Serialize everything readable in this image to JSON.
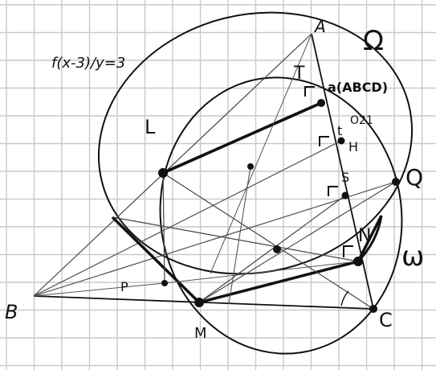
{
  "colors": {
    "paper": "#ffffff",
    "grid": "#c9c9c9",
    "ink": "#111111",
    "pencil": "#6b6b6b"
  },
  "labels": {
    "A": "A",
    "B": "B",
    "C": "C",
    "T": "T",
    "H": "H",
    "S": "S",
    "L": "L",
    "Q": "Q",
    "P": "P",
    "M": "M",
    "N": "N",
    "Omega": "Ω",
    "omega": "ω",
    "t": "t",
    "formula": "f(x-3)/y=3",
    "scribble": "a(ABCD)",
    "subnote": "O21"
  }
}
